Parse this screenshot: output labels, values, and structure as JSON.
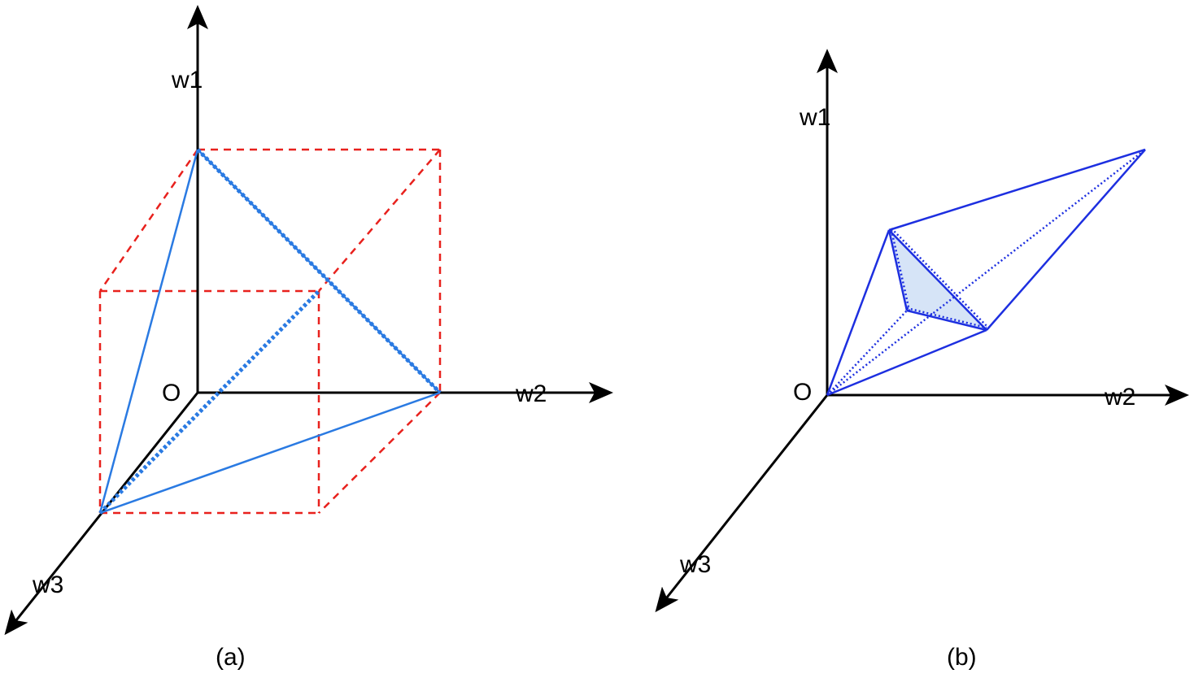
{
  "colors": {
    "axis": "#000000",
    "cube_edges": "#e8211d",
    "simplex_a": "#2a7ae2",
    "simplex_b": "#1d2fe0",
    "shaded_face": "#d6e4f7"
  },
  "panel_a": {
    "caption": "(a)",
    "axis_labels": {
      "w1": "w1",
      "w2": "w2",
      "w3": "w3"
    },
    "origin_label": "O"
  },
  "panel_b": {
    "caption": "(b)",
    "axis_labels": {
      "w1": "w1",
      "w2": "w2",
      "w3": "w3"
    },
    "origin_label": "O"
  }
}
